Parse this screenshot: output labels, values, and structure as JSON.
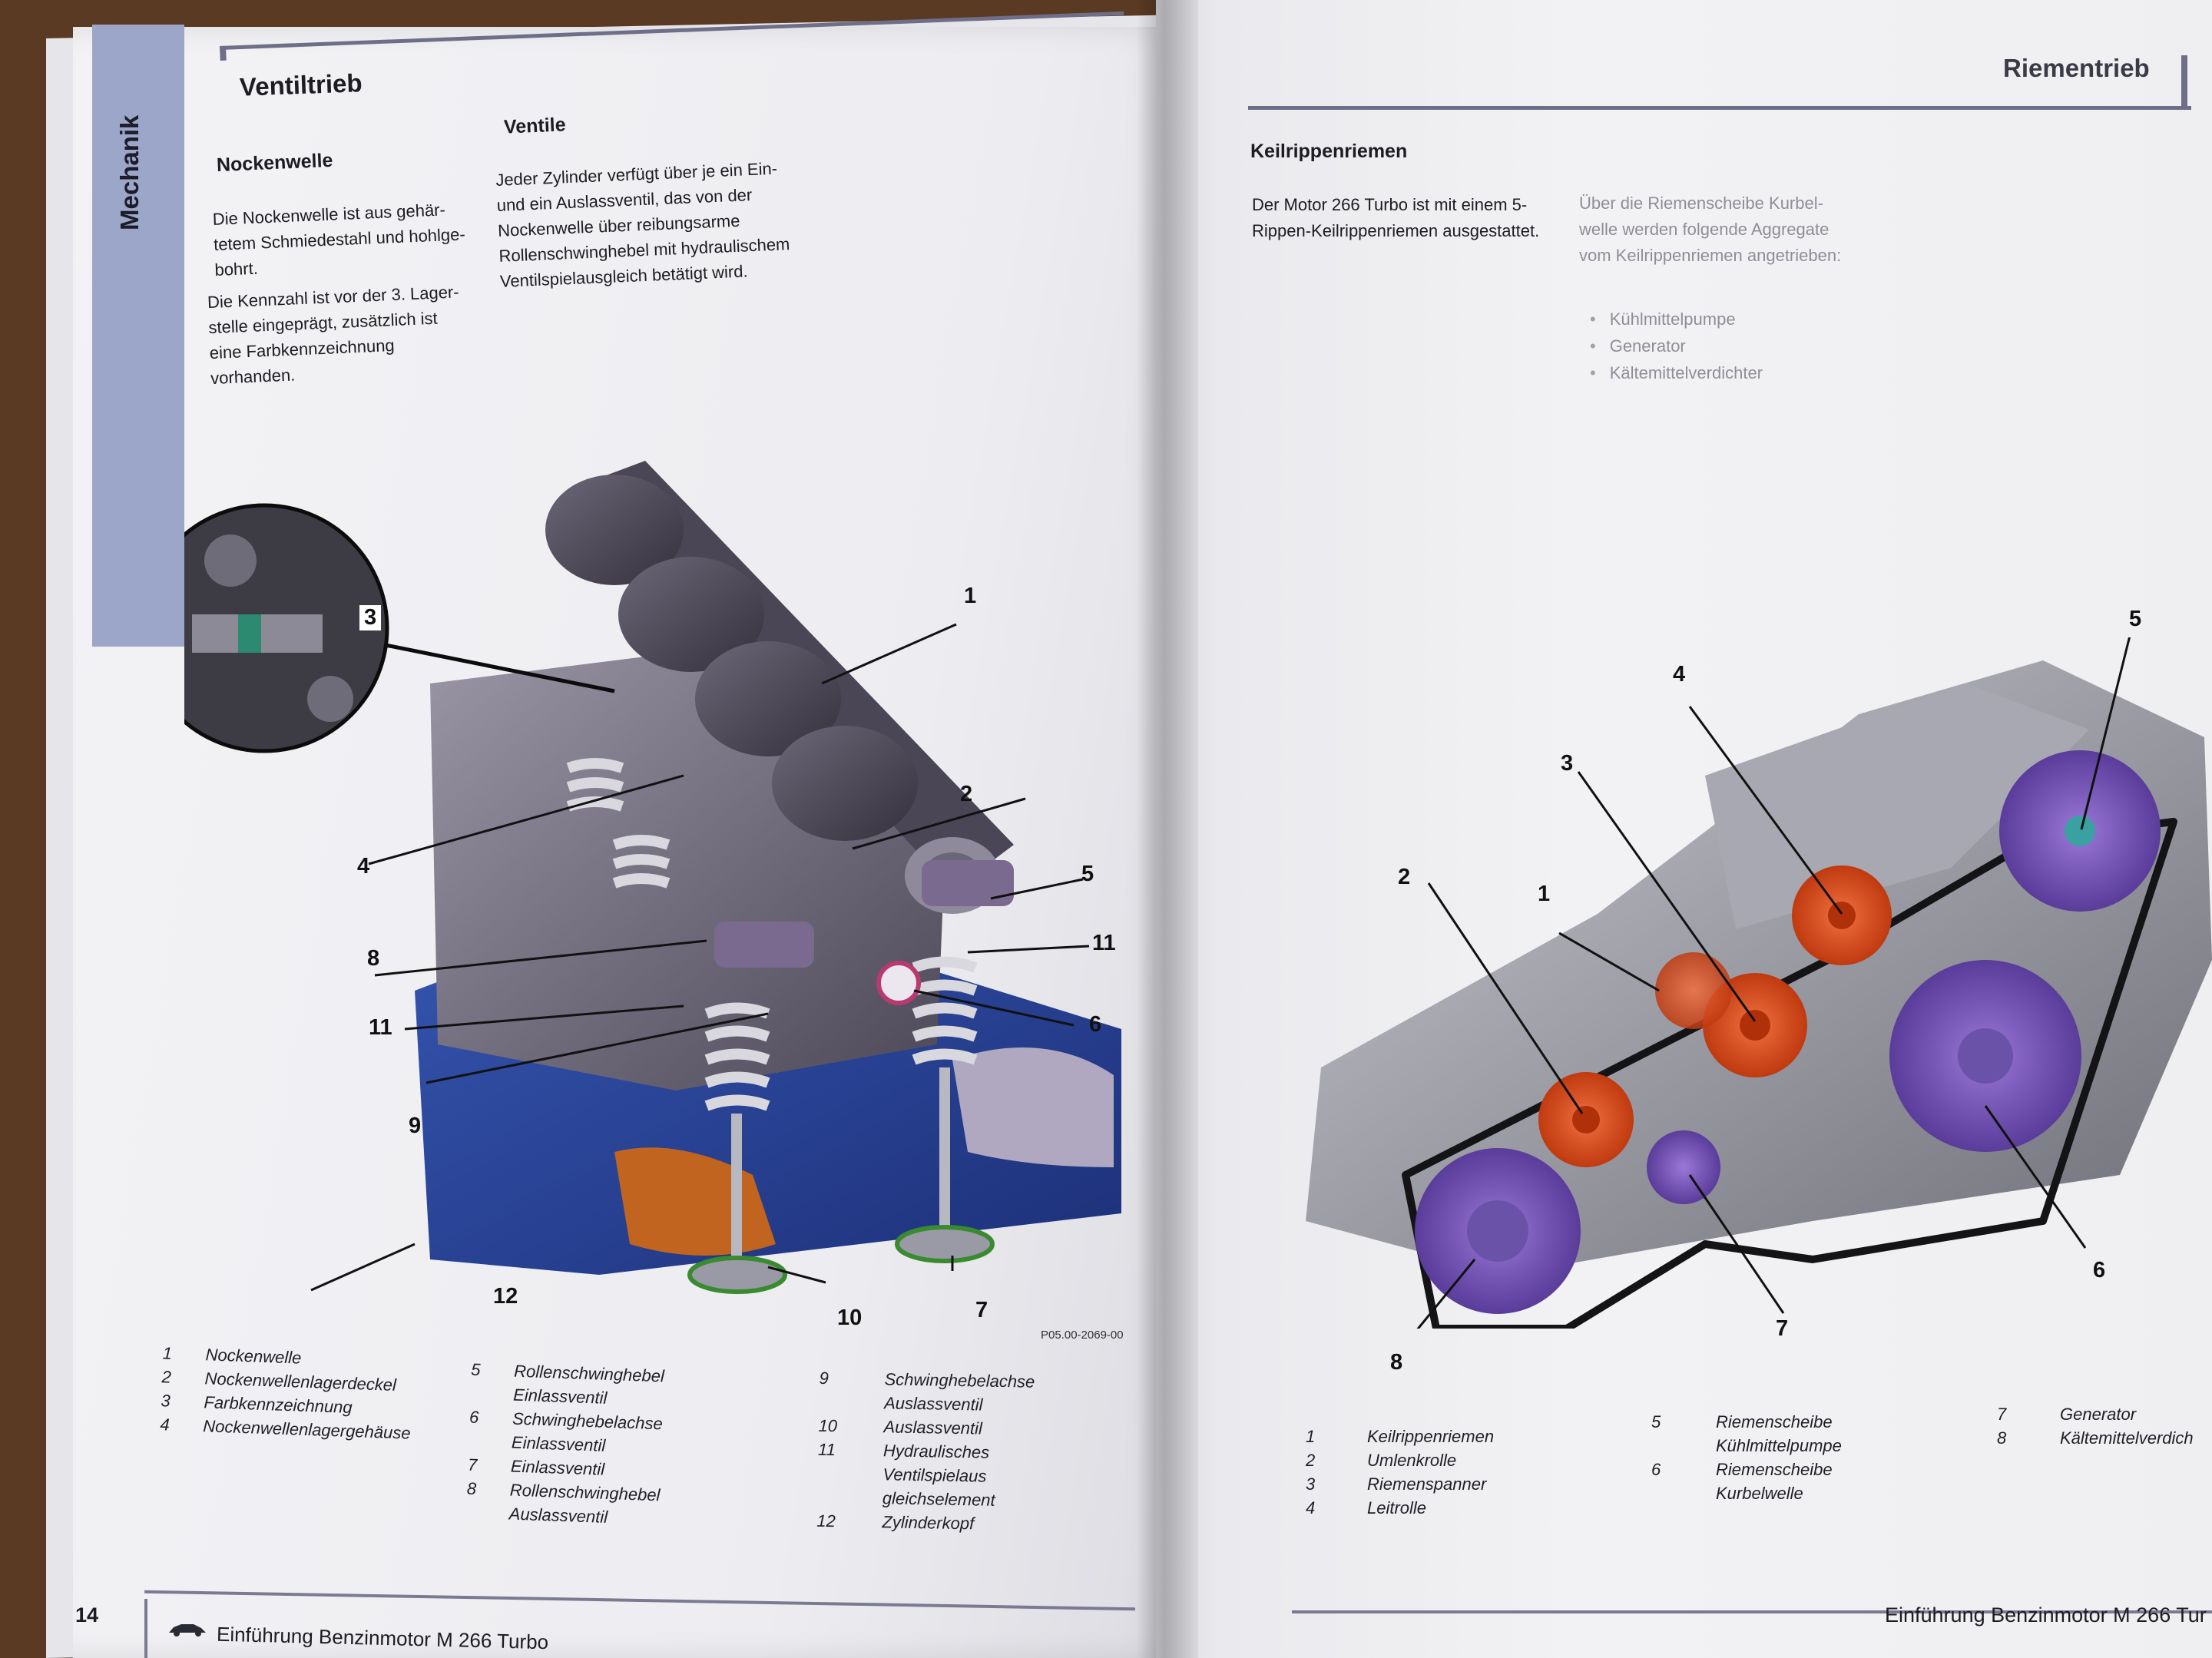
{
  "left_page": {
    "side_tab": "Mechanik",
    "section_title": "Ventiltrieb",
    "col1": {
      "heading": "Nockenwelle",
      "para1": "Die Nockenwelle ist aus gehär­tetem Schmiedestahl und hohlge­bohrt.",
      "para2": "Die Kennzahl ist vor der 3. Lager­stelle eingeprägt, zusätzlich ist eine Farbkennzeichnung vorhanden."
    },
    "col2": {
      "heading": "Ventile",
      "para1": "Jeder Zylinder verfügt über je ein Ein- und ein Auslassventil, das von der Nockenwelle über reibungs­arme Rollenschwinghebel mit hydraulischem Ventilspielaus­gleich betätigt wird."
    },
    "figure_code": "P05.00-2069-00",
    "callouts": [
      "1",
      "2",
      "3",
      "4",
      "5",
      "6",
      "7",
      "8",
      "9",
      "10",
      "11",
      "11",
      "12"
    ],
    "legend": [
      {
        "num": "1",
        "label": "Nockenwelle"
      },
      {
        "num": "2",
        "label": "Nockenwellenlagerdeckel"
      },
      {
        "num": "3",
        "label": "Farbkennzeichnung"
      },
      {
        "num": "4",
        "label": "Nockenwellenlagergehäuse"
      },
      {
        "num": "5",
        "label": "Rollenschwinghebel\nEinlassventil"
      },
      {
        "num": "6",
        "label": "Schwinghebelachse\nEinlassventil"
      },
      {
        "num": "7",
        "label": "Einlassventil"
      },
      {
        "num": "8",
        "label": "Rollenschwinghebel\nAuslassventil"
      },
      {
        "num": "9",
        "label": "Schwinghebelachse\nAuslassventil"
      },
      {
        "num": "10",
        "label": "Auslassventil"
      },
      {
        "num": "11",
        "label": "Hydraulisches Ventilspielaus­\ngleichselement"
      },
      {
        "num": "12",
        "label": "Zylinderkopf"
      }
    ],
    "page_number": "14",
    "footer_text": "Einführung Benzinmotor M 266 Turbo"
  },
  "right_page": {
    "title": "Riementrieb",
    "heading": "Keilrippenriemen",
    "para1": "Der Motor 266 Turbo ist mit einem 5-Rippen-Keilrippenriemen ausge­stattet.",
    "para2": "Über die Riemenscheibe Kurbel­welle werden folgende Aggregate vom Keilrippenriemen ange­trieben:",
    "bullets": [
      "Kühlmittelpumpe",
      "Generator",
      "Kältemittelverdichter"
    ],
    "callouts": [
      "1",
      "2",
      "3",
      "4",
      "5",
      "6",
      "7",
      "8"
    ],
    "legend": [
      {
        "num": "1",
        "label": "Keilrippenriemen"
      },
      {
        "num": "2",
        "label": "Umlenkrolle"
      },
      {
        "num": "3",
        "label": "Riemenspanner"
      },
      {
        "num": "4",
        "label": "Leitrolle"
      },
      {
        "num": "5",
        "label": "Riemenscheibe\nKühlmittelpumpe"
      },
      {
        "num": "6",
        "label": "Riemenscheibe\nKurbelwelle"
      },
      {
        "num": "7",
        "label": "Generator"
      },
      {
        "num": "8",
        "label": "Kältemittelverdich"
      }
    ],
    "footer_text": "Einführung Benzinmotor M 266 Tur"
  },
  "colors": {
    "tab_blue": "#9ca6c8",
    "rule_gray": "#6e6e88",
    "pulley_orange": "#e0531f",
    "pulley_purple": "#7a5ab8",
    "head_blue": "#2b4aa0"
  }
}
